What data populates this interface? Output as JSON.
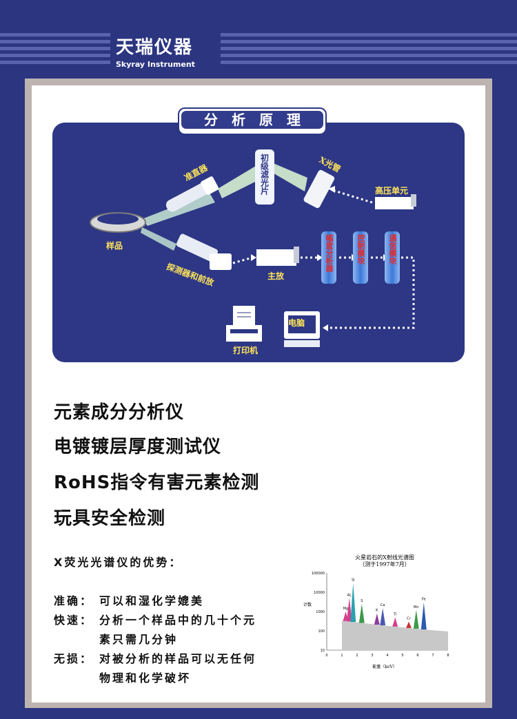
{
  "brand": {
    "cn": "天瑞仪器",
    "en": "Skyray Instrument"
  },
  "diagram": {
    "title": "分析原理",
    "labels": {
      "collimator": "准直器",
      "primary_filter": "初级滤光片",
      "xray_tube": "X光管",
      "hv_unit": "高压单元",
      "sample": "样品",
      "detector": "探测器和前放",
      "main_amp": "主放",
      "pha": "幅度分析器",
      "control": "控制模块",
      "comm": "通信模块",
      "computer": "电脑",
      "printer": "打印机"
    }
  },
  "features": [
    "元素成分分析仪",
    "电镀镀层厚度测试仪",
    "RoHS指令有害元素检测",
    "玩具安全检测"
  ],
  "advantages": {
    "heading": "X荧光光谱仪的优势：",
    "items": [
      {
        "key": "准确：",
        "lines": [
          "可以和湿化学媲美"
        ]
      },
      {
        "key": "快速：",
        "lines": [
          "分析一个样品中的几十个元",
          "素只需几分钟"
        ]
      },
      {
        "key": "无损：",
        "lines": [
          "对被分析的样品可以无任何",
          "物理和化学破坏"
        ]
      }
    ]
  },
  "chart_data": {
    "type": "area",
    "title": "火星岩石的X射线光谱图",
    "subtitle": "（测于1997年7月）",
    "ylabel": "计数",
    "xlabel": "能量（keV）",
    "yscale": "log",
    "ylim": [
      10,
      100000
    ],
    "xlim": [
      0,
      8
    ],
    "yticks": [
      "100000",
      "10000",
      "1000",
      "100",
      "10"
    ],
    "xticks": [
      "0",
      "1",
      "2",
      "3",
      "4",
      "5",
      "6",
      "7",
      "8"
    ],
    "peaks": [
      {
        "label": "Mg",
        "x": 1.25,
        "y": 1000,
        "color": "#d63f8c"
      },
      {
        "label": "AL",
        "x": 1.49,
        "y": 5000,
        "color": "#d63f8c"
      },
      {
        "label": "Si",
        "x": 1.74,
        "y": 30000,
        "color": "#2aa0b0"
      },
      {
        "label": "S",
        "x": 2.31,
        "y": 2500,
        "color": "#3c9a4a"
      },
      {
        "label": "K",
        "x": 3.31,
        "y": 800,
        "color": "#8c3c9a"
      },
      {
        "label": "Ca",
        "x": 3.69,
        "y": 1500,
        "color": "#4a5ab0"
      },
      {
        "label": "Ti",
        "x": 4.51,
        "y": 500,
        "color": "#d63f8c"
      },
      {
        "label": "Cr",
        "x": 5.41,
        "y": 300,
        "color": "#c83232"
      },
      {
        "label": "Mn",
        "x": 5.9,
        "y": 1200,
        "color": "#3c9a4a"
      },
      {
        "label": "Fe",
        "x": 6.4,
        "y": 3000,
        "color": "#2a5ab0"
      }
    ]
  },
  "colors": {
    "background": "#2b3580",
    "panel": "#ffffff",
    "diagram_bg": "#2d3785",
    "label": "#ffe45a"
  }
}
